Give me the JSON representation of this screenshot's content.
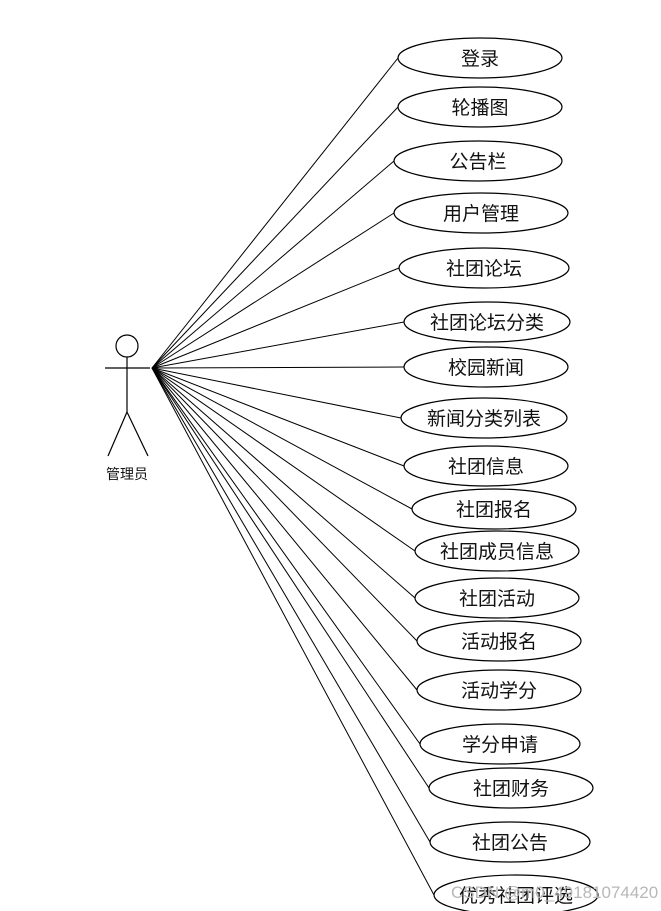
{
  "diagram": {
    "actor": {
      "label": "管理员"
    },
    "use_cases": [
      "登录",
      "轮播图",
      "公告栏",
      "用户管理",
      "社团论坛",
      "社团论坛分类",
      "校园新闻",
      "新闻分类列表",
      "社团信息",
      "社团报名",
      "社团成员信息",
      "社团活动",
      "活动报名",
      "活动学分",
      "学分申请",
      "社团财务",
      "社团公告",
      "优秀社团评选"
    ],
    "watermark": "CSDN @m0_49181074420"
  }
}
